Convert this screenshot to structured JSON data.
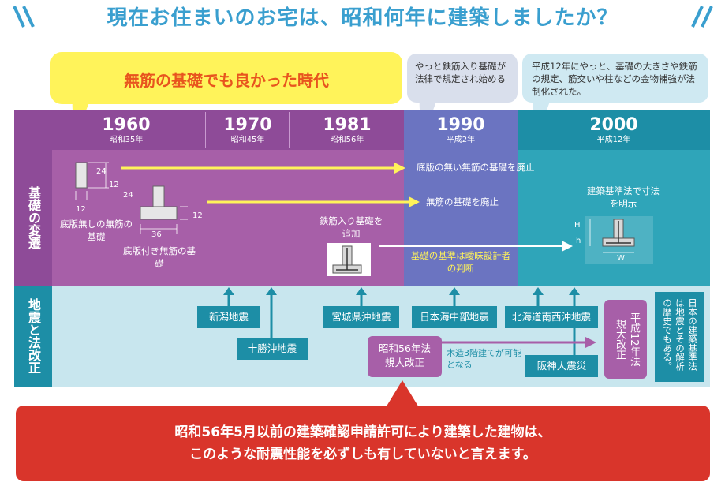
{
  "title": "現在お住まいのお宅は、昭和何年に建築しましたか？",
  "era_bubble": "無筋の基礎でも良かった時代",
  "bubble_1990": "やっと鉄筋入り基礎が法律で規定され始める",
  "bubble_2000": "平成12年にやっと、基礎の大きさや鉄筋の規定、筋交いや柱などの金物補強が法制化された。",
  "years": [
    {
      "year": "1960",
      "era": "昭和35年"
    },
    {
      "year": "1970",
      "era": "昭和45年"
    },
    {
      "year": "1981",
      "era": "昭和56年"
    },
    {
      "year": "1990",
      "era": "平成2年"
    },
    {
      "year": "2000",
      "era": "平成12年"
    }
  ],
  "rows": {
    "foundation": "基礎の変遷",
    "law": "地震と法改正"
  },
  "foundation": {
    "no_slab_label": "底版無しの無筋の基礎",
    "slab_label": "底版付き無筋の基礎",
    "rebar_label": "鉄筋入り基礎を追加",
    "abolish_1": "底版の無い無筋の基礎を廃止",
    "abolish_2": "無筋の基礎を廃止",
    "vague": "基礎の基準は曖昧設計者の判断",
    "spec": "建築基準法で寸法を明示",
    "dim_24a": "24",
    "dim_12a": "12",
    "dim_12b": "12",
    "dim_24b": "24",
    "dim_12c": "12",
    "dim_36": "36",
    "dim_h1": "H",
    "dim_h2": "h",
    "dim_w": "W"
  },
  "quakes": {
    "niigata": "新潟地震",
    "tokachi": "十勝沖地震",
    "miyagi": "宮城県沖地震",
    "nihonkai": "日本海中部地震",
    "hokkaido": "北海道南西沖地震",
    "hanshin": "阪神大震災"
  },
  "law": {
    "s56": "昭和56年法規大改正",
    "wood3": "木造3階建てが可能となる",
    "h12": "平成12年法規大改正",
    "note": "日本の建築基準法は地震とその解析の歴史でもある。"
  },
  "bottom": [
    "昭和56年5月以前の建築確認申請許可により建築した建物は、",
    "このような耐震性能を必ずしも有していないと言えます。"
  ],
  "colors": {
    "title": "#3a9fcf",
    "purple": "#8e4b98",
    "purple_light": "#a75fa8",
    "blue": "#6b74c1",
    "teal": "#1d8ea6",
    "teal_light": "#2fa5b9",
    "pale_blue": "#c8e6ee",
    "yellow": "#fff35a",
    "red": "#d9352b"
  }
}
